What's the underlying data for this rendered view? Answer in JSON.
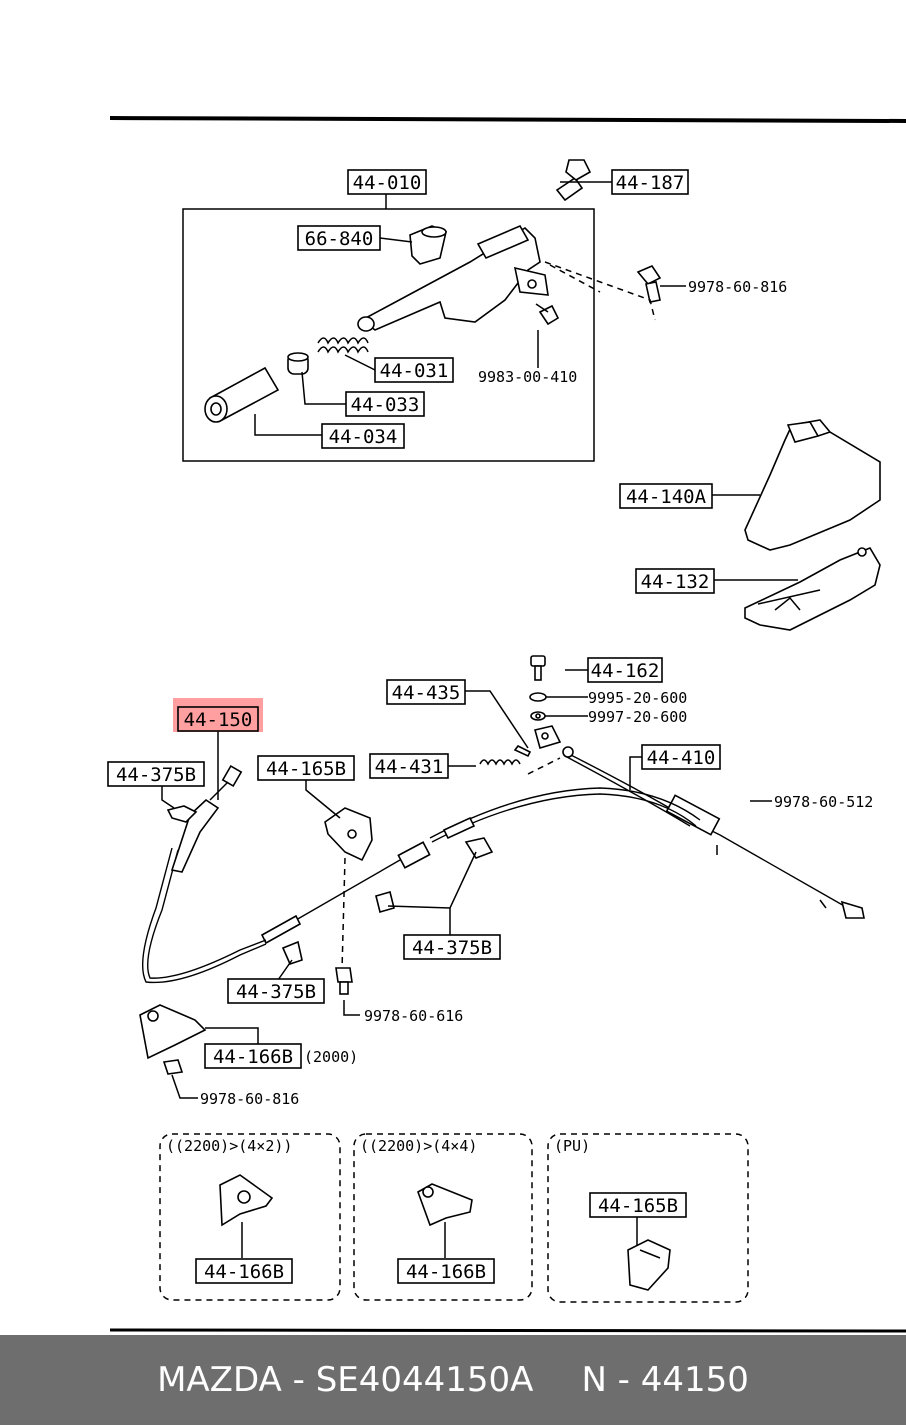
{
  "labels": {
    "l44_010": "44-010",
    "l44_187": "44-187",
    "l66_840": "66-840",
    "n9978_60_816_a": "9978-60-816",
    "l44_031": "44-031",
    "n9983_00_410": "9983-00-410",
    "l44_033": "44-033",
    "l44_034": "44-034",
    "l44_140A": "44-140A",
    "l44_132": "44-132",
    "l44_162": "44-162",
    "l44_435": "44-435",
    "n9995_20_600": "9995-20-600",
    "n9997_20_600": "9997-20-600",
    "l44_150": "44-150",
    "l44_375B_a": "44-375B",
    "l44_165B_a": "44-165B",
    "l44_431": "44-431",
    "l44_410": "44-410",
    "n9978_60_512": "9978-60-512",
    "l44_375B_b": "44-375B",
    "l44_375B_c": "44-375B",
    "n9978_60_616": "9978-60-616",
    "l44_166B_a": "44-166B",
    "t2000": "(2000)",
    "n9978_60_816_b": "9978-60-816",
    "l44_166B_b": "44-166B",
    "l44_166B_c": "44-166B",
    "l44_165B_b": "44-165B"
  },
  "groups": {
    "g1": "((2200)>(4×2))",
    "g2": "((2200)>(4×4)",
    "g3": "(PU)"
  },
  "highlight": {
    "part": "44-150",
    "color": "#ff5050"
  },
  "footer": {
    "brand_part": "MAZDA - SE4044150A",
    "short_number": "N - 44150"
  }
}
